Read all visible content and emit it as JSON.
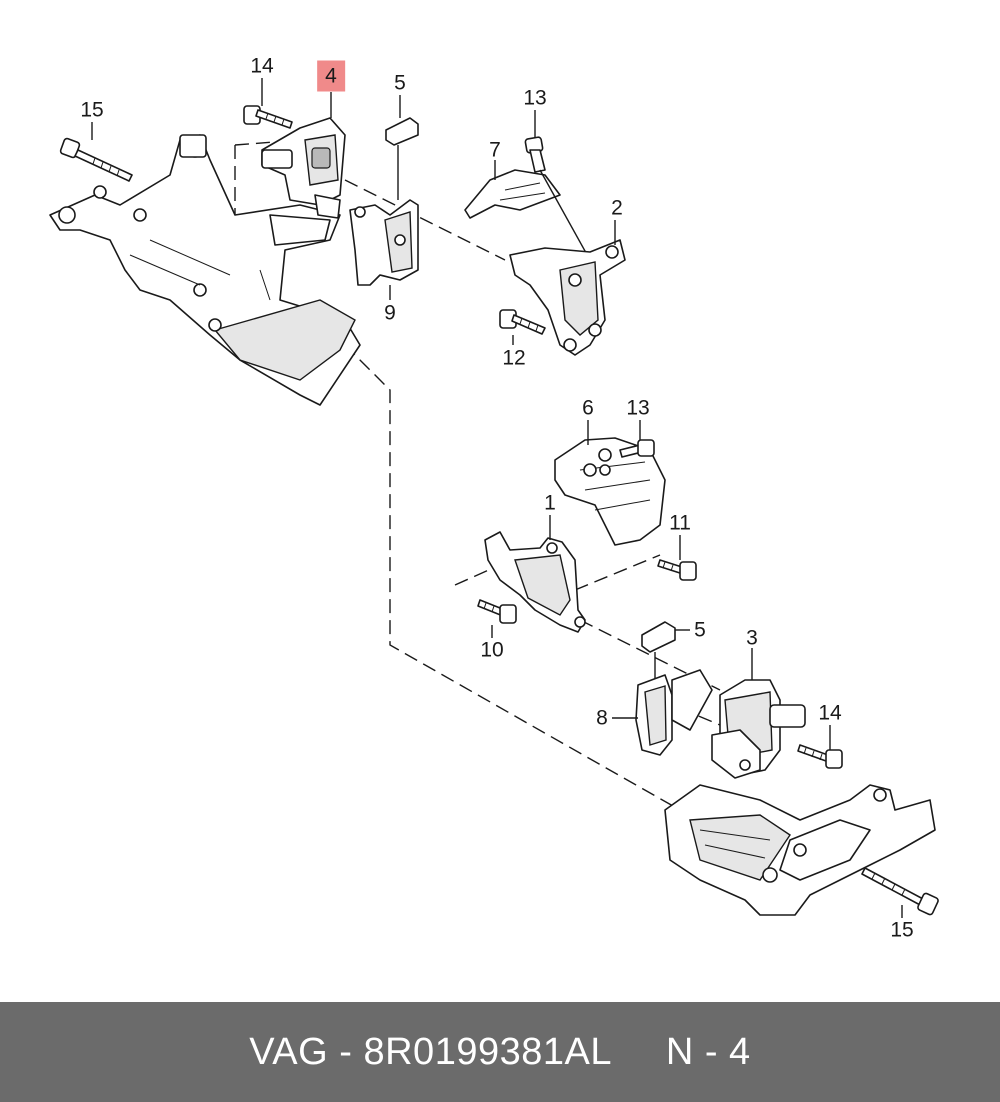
{
  "callouts": [
    {
      "id": "c14a",
      "text": "14"
    },
    {
      "id": "c4",
      "text": "4",
      "highlight": true
    },
    {
      "id": "c5a",
      "text": "5"
    },
    {
      "id": "c15a",
      "text": "15"
    },
    {
      "id": "c13a",
      "text": "13"
    },
    {
      "id": "c7",
      "text": "7"
    },
    {
      "id": "c2",
      "text": "2"
    },
    {
      "id": "c9",
      "text": "9"
    },
    {
      "id": "c12",
      "text": "12"
    },
    {
      "id": "c6",
      "text": "6"
    },
    {
      "id": "c13b",
      "text": "13"
    },
    {
      "id": "c1",
      "text": "1"
    },
    {
      "id": "c11",
      "text": "11"
    },
    {
      "id": "c10",
      "text": "10"
    },
    {
      "id": "c5b",
      "text": "5"
    },
    {
      "id": "c3",
      "text": "3"
    },
    {
      "id": "c8",
      "text": "8"
    },
    {
      "id": "c14b",
      "text": "14"
    },
    {
      "id": "c15b",
      "text": "15"
    }
  ],
  "footer": {
    "text": "VAG - 8R0199381AL     N - 4"
  },
  "colors": {
    "highlight": "#f08a8a",
    "footer_bg": "#6b6b6b",
    "footer_text": "#ffffff"
  }
}
